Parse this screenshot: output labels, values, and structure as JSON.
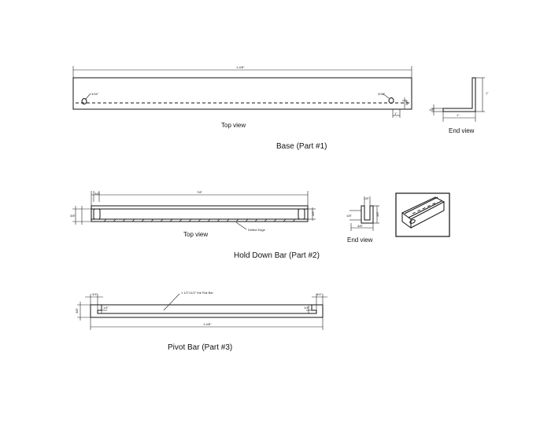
{
  "base": {
    "title": "Base (Part #1)",
    "top_view_label": "Top view",
    "end_view_label": "End view",
    "length_dim": "1-4/8\"",
    "hole_dia": "3/16\"",
    "hole_dia_right": "3/16\"",
    "hole_offset": "1\"",
    "hole_from_edge": "3/8\"",
    "end_height": "1\"",
    "end_width": "1\"",
    "end_thk": "1/8\""
  },
  "hold_down": {
    "title": "Hold Down Bar (Part #2)",
    "top_view_label": "Top view",
    "end_view_label": "End view",
    "length_dim": "7/8\"",
    "slot_dim": "3/8\"",
    "width_dim": "3/8\"",
    "right_dim": "3/8\"",
    "drilled_edge_label": "Drilled Edge",
    "end_top_dim": "1/8\"",
    "end_height_dim": "3/8\"",
    "end_left_dim": "1/8\"",
    "end_width_dim": "3/8\""
  },
  "pivot": {
    "title": "Pivot Bar (Part #3)",
    "note": "1 1/2\"x1/2\" thk Flat Bar",
    "length_dim": "1-4/8\"",
    "left_notch": "3/4\"",
    "right_notch": "3/4\"",
    "left_height": "3/8\"",
    "left_inner": "1/4\"",
    "right_inner": "1/4\""
  }
}
